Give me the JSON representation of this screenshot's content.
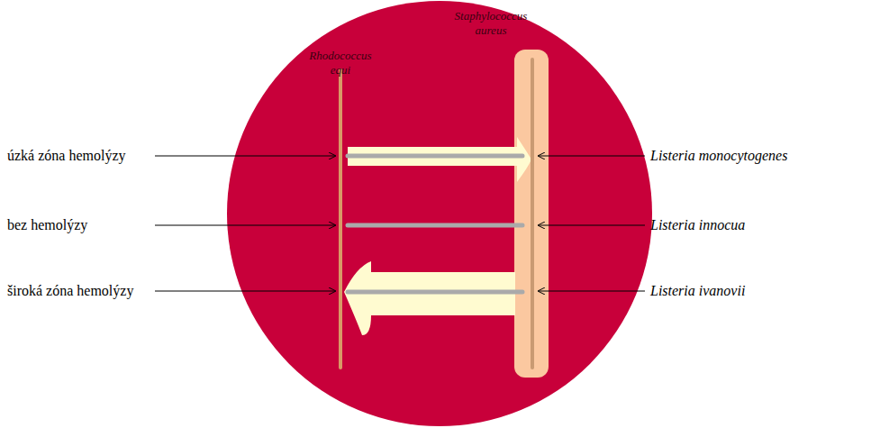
{
  "diagram": {
    "labels": [
      "Rhodococcus equi",
      "Staphylococcus aureus",
      "úzká zóna hemolýzy",
      "bez hemolýzy",
      "široká zóna hemolýzy",
      "Listeria monocytogenes",
      "Listeria innocua",
      "Listeria ivanovii"
    ]
  }
}
